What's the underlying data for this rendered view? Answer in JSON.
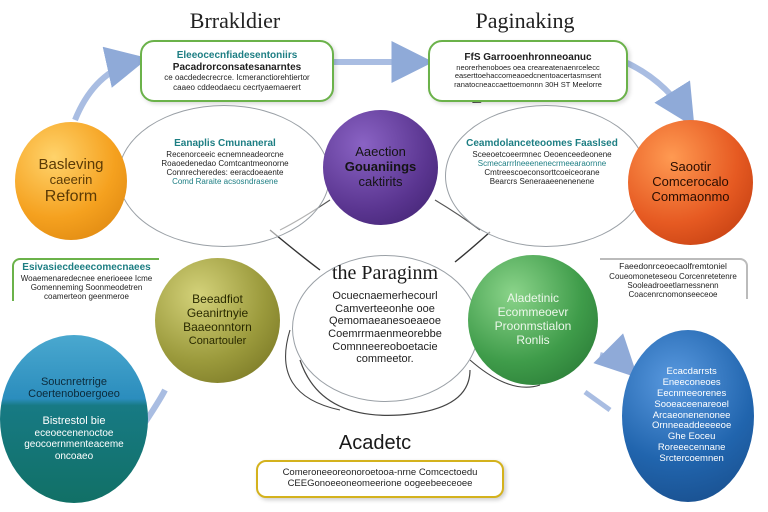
{
  "titles": {
    "left": "Brrakldier",
    "right": "Paginaking",
    "center": "the Paraginm",
    "bottom": "Acadetc"
  },
  "top_left_box": {
    "lines": [
      "Eleeocecnfiadesentoniirs",
      "Pacadrorconsatesanarntes",
      "ce oacdedecrecrce. Icmeranctiorehtiertor",
      "caaeo cddeodaecu cecrtyaemaerert"
    ]
  },
  "top_right_box": {
    "lines": [
      "FfS Garrooenhronneoanuc",
      "neorerhenoboes oea creareatenaenrcelecc",
      "easerttoehaccomeaoedcnentoacertasrnsent",
      "ranatocneaccaettoemonnn 30H ST Meelorre"
    ]
  },
  "left_oval": {
    "lines": [
      "Eanaplis Cmunaneral",
      "Recenorceeic ecnemneadeorcne",
      "Roaoedenedao Comtcantmeonorne",
      "Connrecheredes: eeracdoeaente",
      "Comd Raraite acsosndrasene"
    ]
  },
  "right_oval": {
    "lines": [
      "Ceamdolanceteoomes Faaslsed",
      "Sceeoetcoeermnec Oeoenceedeonene",
      "Scmecarrrlneeenenecrmeearaornne",
      "Cmtreescoeconsorttcoeiceorane",
      "Bearcrs Seneraaeenenenene"
    ]
  },
  "circle_orange": {
    "lines": [
      "Basleving",
      "caeerin",
      "Reform"
    ]
  },
  "circle_purple": {
    "lines": [
      "Aaection",
      "Gouaniings",
      "caktirits"
    ]
  },
  "circle_red": {
    "lines": [
      "Saootir",
      "Comcerocalo",
      "Commaonmo"
    ]
  },
  "circle_olive": {
    "lines": [
      "Beeadfiot",
      "Geanirtnyie",
      "Baaeonntorn",
      "Conartouler"
    ]
  },
  "circle_green": {
    "lines": [
      "Aladetinic",
      "Ecommeoevr",
      "Proonmstialon",
      "Ronlis"
    ]
  },
  "circle_teal": {
    "lines": [
      "Soucnretrrige",
      "Coertenoboergoeo",
      "Bistrestol bie",
      "eceoecenenoctoe",
      "geocoernmenteaceme",
      "oncoaeo"
    ]
  },
  "circle_blue": {
    "lines": [
      "Ecacdarrsts",
      "Eneeconeoes",
      "Eecnmeeorenes",
      "Sooeaceenareoel",
      "Arcaeonenenonee",
      "Ornneeaddeeeeoe",
      "Ghe Eoceu",
      "Roreeecennane",
      "Srctercoemnen"
    ]
  },
  "center_oval": {
    "lines": [
      "Ocuecnaemerhecourl",
      "Camverteeonhe ooe",
      "Qemomaeanesoeaeoe",
      "Coemrrmaenmeorebbe",
      "Comnneereoboetacie",
      "commeetor."
    ]
  },
  "left_caption": {
    "lines": [
      "Esivasiecdeeecomecnaees",
      "Woaemenaredecnee enerioeee Icme",
      "Gomenneming Soonmeodetren",
      "coamerteon geenmeroe"
    ]
  },
  "right_caption": {
    "lines": [
      "Faeedonrceoecaolfremtoniel",
      "Coueomoneteseou Corcenretetenre",
      "Sooleadroeetlarnessnenn",
      "Coacenrcnomonseeceoe"
    ]
  },
  "bottom_box": {
    "lines": [
      "Comeroneeoreonoroetooa-nrne Comcectoedu",
      "CEEGonoeeoneomeerione oogeebeeceoee"
    ]
  },
  "colors": {
    "orange": "#f5a11f",
    "purple": "#5a3590",
    "red": "#e65a22",
    "olive": "#9b9a3c",
    "green": "#3f9c4a",
    "teal": "#177a84",
    "blue": "#2165ae",
    "box_green": "#6bb24a",
    "box_gold": "#d4b21d",
    "arrow": "#9db4dd",
    "text_dark": "#1f1f1f",
    "text_teal": "#1d7e83"
  }
}
